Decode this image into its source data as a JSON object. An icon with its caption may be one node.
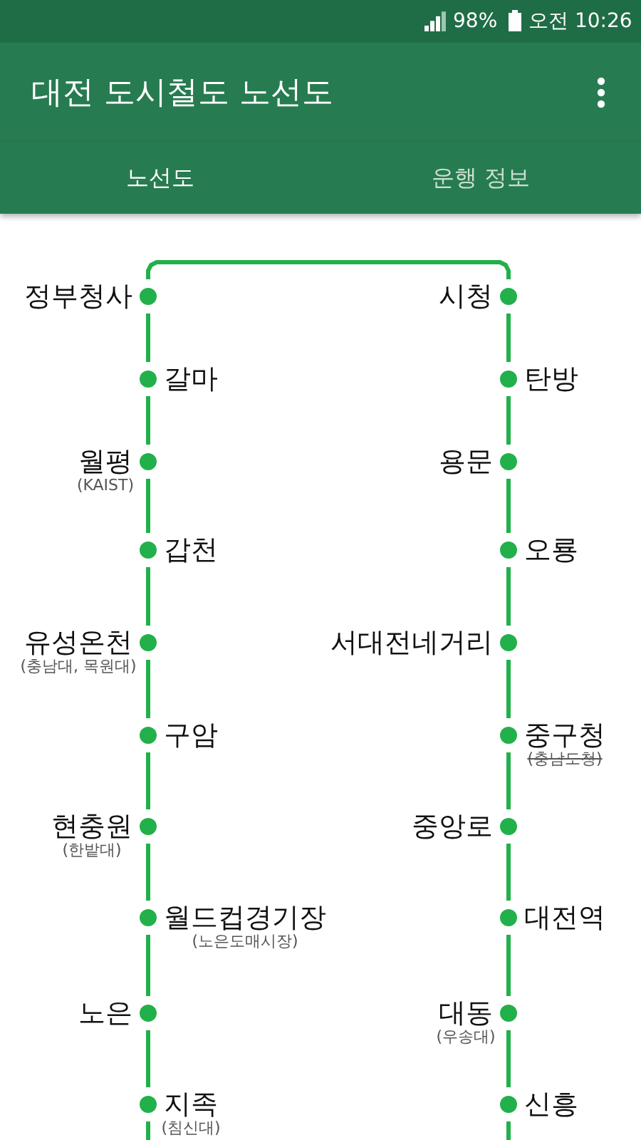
{
  "diagram": {
    "title": "대전 도시철도 노선도",
    "nodes": [
      {
        "text": [
          "정부청사"
        ]
      },
      {
        "text": [
          "갈마"
        ]
      },
      {
        "text": [
          "월평"
        ],
        "beside": [
          "(KAIST)"
        ]
      },
      {
        "text": [
          "갑천"
        ]
      },
      {
        "text": [
          "유성온천"
        ],
        "beside": [
          "(충남대, 목원대)"
        ]
      },
      {
        "text": [
          "구암"
        ]
      },
      {
        "text": [
          "현충원"
        ],
        "beside": [
          "(한밭대)"
        ]
      },
      {
        "text": [
          "월드컵경기장"
        ],
        "beside": [
          "(노은도매시장)"
        ]
      },
      {
        "text": [
          "노은"
        ]
      },
      {
        "text": [
          "지족"
        ],
        "beside": [
          "(침신대)"
        ]
      },
      {
        "text": [
          "시청"
        ]
      },
      {
        "text": [
          "탄방"
        ]
      },
      {
        "text": [
          "용문"
        ]
      },
      {
        "text": [
          "오룡"
        ]
      },
      {
        "text": [
          "서대전네거리"
        ]
      },
      {
        "text": [
          "중구청"
        ],
        "beside": [
          "(충남도청)"
        ]
      },
      {
        "text": [
          "중앙로"
        ]
      },
      {
        "text": [
          "대전역"
        ]
      },
      {
        "text": [
          "대동"
        ],
        "beside": [
          "(우송대)"
        ]
      },
      {
        "text": [
          "신흥"
        ]
      }
    ],
    "edges": [
      {
        "from": 0,
        "to": 1,
        "arrow": "none"
      },
      {
        "from": 1,
        "to": 2,
        "arrow": "none"
      },
      {
        "from": 2,
        "to": 3,
        "arrow": "none"
      },
      {
        "from": 3,
        "to": 4,
        "arrow": "none"
      },
      {
        "from": 4,
        "to": 5,
        "arrow": "none"
      },
      {
        "from": 5,
        "to": 6,
        "arrow": "none"
      },
      {
        "from": 6,
        "to": 7,
        "arrow": "none"
      },
      {
        "from": 7,
        "to": 8,
        "arrow": "none"
      },
      {
        "from": 8,
        "to": 9,
        "arrow": "none"
      },
      {
        "from": 9,
        "to": null,
        "arrow": "none"
      },
      {
        "from": 0,
        "to": 10,
        "arrow": "none"
      },
      {
        "from": 10,
        "to": 11,
        "arrow": "none"
      },
      {
        "from": 11,
        "to": 12,
        "arrow": "none"
      },
      {
        "from": 12,
        "to": 13,
        "arrow": "none"
      },
      {
        "from": 13,
        "to": 14,
        "arrow": "none"
      },
      {
        "from": 14,
        "to": 15,
        "arrow": "none"
      },
      {
        "from": 15,
        "to": 16,
        "arrow": "none"
      },
      {
        "from": 16,
        "to": 17,
        "arrow": "none"
      },
      {
        "from": 17,
        "to": 18,
        "arrow": "none"
      },
      {
        "from": 18,
        "to": 19,
        "arrow": "none"
      },
      {
        "from": 19,
        "to": null,
        "arrow": "none"
      }
    ],
    "labels": [
      "98%",
      "오전 10:26",
      "노선도",
      "운행 정보"
    ]
  }
}
